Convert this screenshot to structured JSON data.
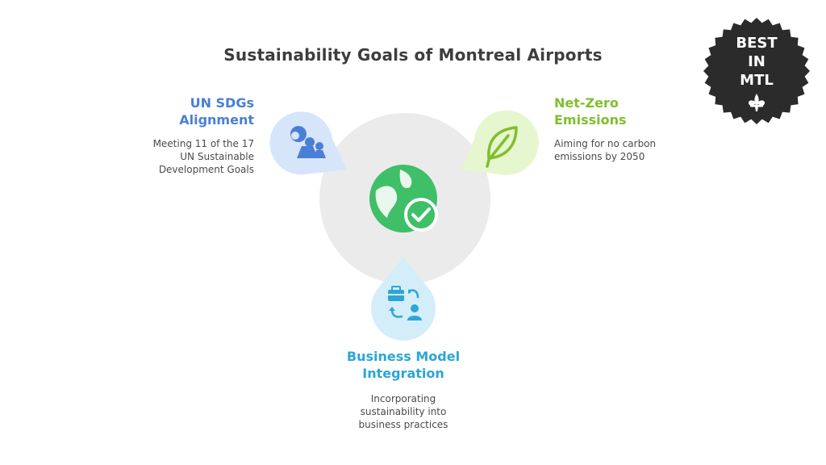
{
  "title": "Sustainability Goals of Montreal Airports",
  "goals": [
    {
      "heading_line1": "UN SDGs",
      "heading_line2": "Alignment",
      "description": [
        "Meeting 11 of the 17",
        "UN Sustainable",
        "Development Goals"
      ],
      "color": "#4a7fd6",
      "icon": "people-globe-icon"
    },
    {
      "heading_line1": "Net-Zero",
      "heading_line2": "Emissions",
      "description": [
        "Aiming for no carbon",
        "emissions by 2050"
      ],
      "color": "#7fbf2e",
      "icon": "leaf-icon"
    },
    {
      "heading_line1": "Business Model",
      "heading_line2": "Integration",
      "description": [
        "Incorporating",
        "sustainability into",
        "business practices"
      ],
      "color": "#2ba6d6",
      "icon": "briefcase-exchange-icon"
    }
  ],
  "center_icon": "globe-check-icon",
  "badge": {
    "lines": [
      "BEST",
      "IN",
      "MTL"
    ],
    "symbol": "fleur-de-lis-icon"
  }
}
